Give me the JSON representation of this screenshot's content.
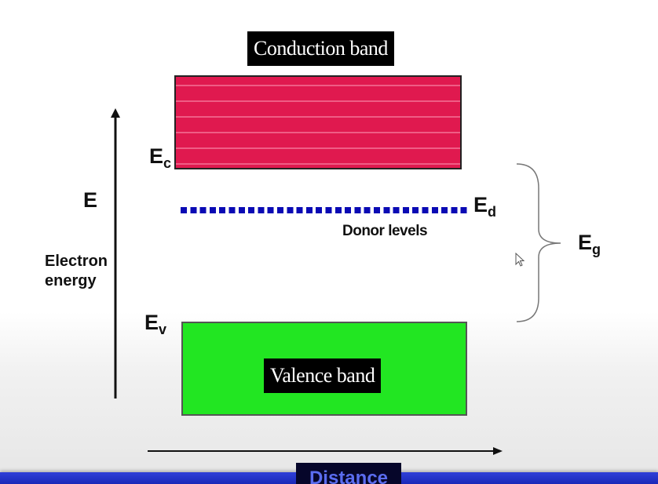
{
  "diagram": {
    "conduction_band_label": "Conduction band",
    "valence_band_label": "Valence band",
    "donor_levels_label": "Donor levels",
    "ec": {
      "main": "E",
      "sub": "c"
    },
    "ev": {
      "main": "E",
      "sub": "v"
    },
    "ed": {
      "main": "E",
      "sub": "d"
    },
    "eg": {
      "main": "E",
      "sub": "g"
    },
    "y_axis_symbol": "E",
    "y_axis_label_line1": "Electron",
    "y_axis_label_line2": "energy",
    "x_axis_label": "Distance",
    "colors": {
      "conduction_band": "#e0194f",
      "valence_band": "#22e622",
      "donor_levels": "#0a0ab4",
      "label_background": "#000000",
      "footer_bar": "#1a28b8"
    }
  }
}
